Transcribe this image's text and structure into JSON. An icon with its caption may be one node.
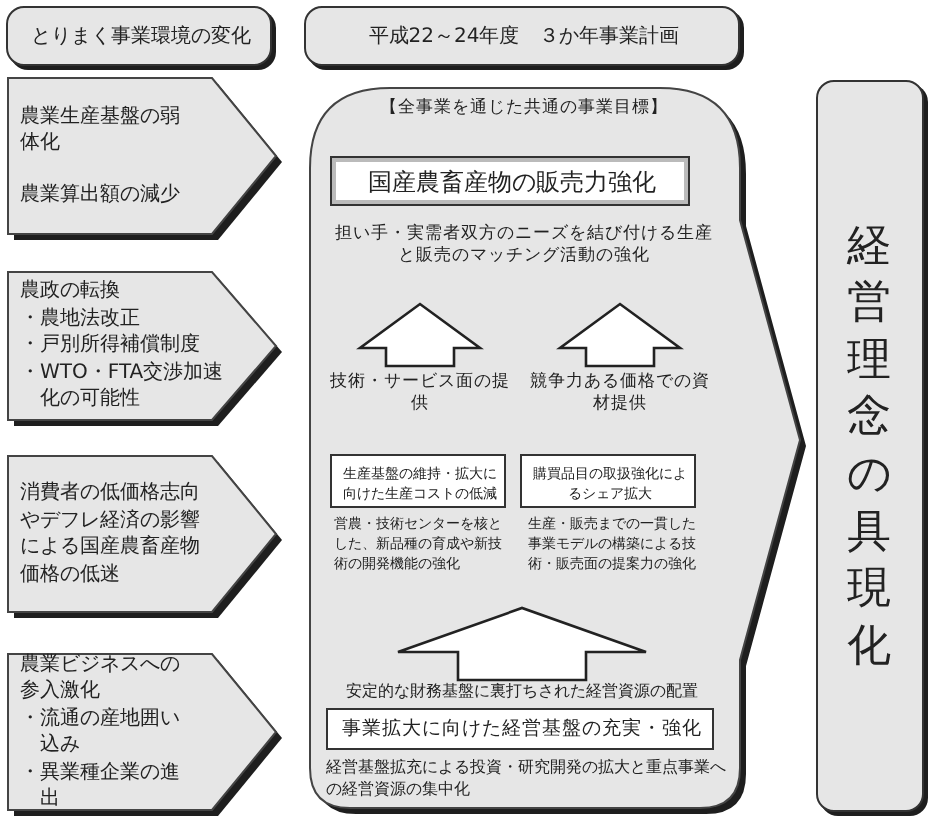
{
  "diagram": {
    "nodes": [
      {
        "text": [
          "とりまく事業環境の変化"
        ]
      },
      {
        "text": [
          "平成22～24年度　３か年事業計画"
        ]
      },
      {
        "text": [
          "農業生産基盤の弱体化",
          "農業算出額の減少"
        ]
      },
      {
        "text": [
          "農政の転換",
          "・農地法改正",
          "・戸別所得補償制度",
          "・WTO・FTA交渉加速化の可能性"
        ]
      },
      {
        "text": [
          "消費者の低価格志向やデフレ経済の影響による国産農畜産物価格の低迷"
        ]
      },
      {
        "text": [
          "農業ビジネスへの参入激化",
          "・流通の産地囲い込み",
          "・異業種企業の進出"
        ]
      },
      {
        "text": [
          "【全事業を通じた共通の事業目標】"
        ]
      },
      {
        "text": [
          "国産農畜産物の販売力強化"
        ],
        "in": 6
      },
      {
        "text": [
          "担い手・実需者双方のニーズを結び付ける生産と販売のマッチング活動の強化"
        ],
        "in": 6
      },
      {
        "text": [
          "技術・サービス面の提供"
        ],
        "in": 6
      },
      {
        "text": [
          "競争力ある価格での資材提供"
        ],
        "in": 6
      },
      {
        "text": [
          "生産基盤の維持・拡大に向けた生産コストの低減"
        ],
        "in": 6,
        "beside": [
          "営農・技術センターを核とした、新品種の育成や新技術の開発機能の強化"
        ]
      },
      {
        "text": [
          "購買品目の取扱強化によるシェア拡大"
        ],
        "in": 6,
        "beside": [
          "生産・販売までの一貫した事業モデルの構築による技術・販売面の提案力の強化"
        ]
      },
      {
        "text": [
          "安定的な財務基盤に裏打ちされた経営資源の配置"
        ],
        "in": 6
      },
      {
        "text": [
          "事業拡大に向けた経営基盤の充実・強化"
        ],
        "in": 6,
        "beside": [
          "経営基盤拡充による投資・研究開発の拡大と重点事業への経営資源の集中化"
        ]
      },
      {
        "text": [
          "経営理念の具現化"
        ]
      }
    ],
    "edges": [
      {
        "from": 9,
        "to": 8,
        "arrow": "to"
      },
      {
        "from": 10,
        "to": 8,
        "arrow": "to"
      },
      {
        "from": 13,
        "to": null,
        "arrow": "to"
      }
    ]
  }
}
